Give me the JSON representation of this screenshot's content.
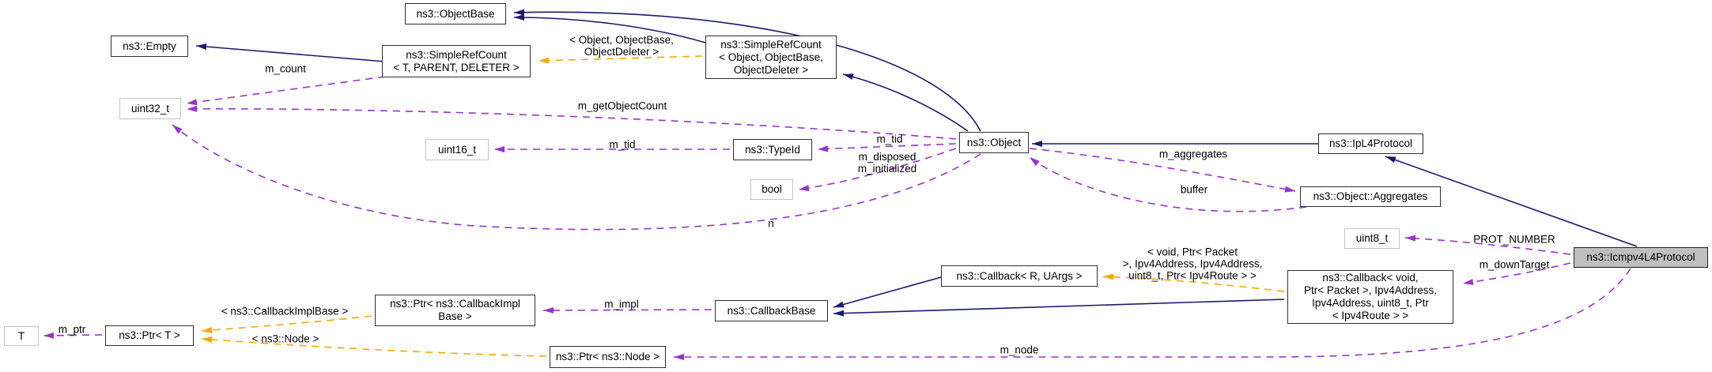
{
  "diagram": {
    "type": "doxygen-collaboration-graph",
    "main_class": "ns3::Icmpv4L4Protocol",
    "colors": {
      "inheritance_edge": "#191970",
      "usage_edge": "#9932cc",
      "template_edge": "#ffa500",
      "node_border": "#2f2f2f",
      "external_node_border": "#c4c4c4",
      "highlight_node_bg": "#bfbfbf",
      "node_bg": "#ffffff"
    },
    "nodes": {
      "object_base": {
        "label": "ns3::ObjectBase"
      },
      "empty": {
        "label": "ns3::Empty"
      },
      "simple_ref_count_t": {
        "label": "ns3::SimpleRefCount\n< T, PARENT, DELETER >"
      },
      "simple_ref_count_obj": {
        "label": "ns3::SimpleRefCount\n< Object, ObjectBase,\nObjectDeleter >"
      },
      "uint32_t": {
        "label": "uint32_t"
      },
      "uint16_t": {
        "label": "uint16_t"
      },
      "type_id": {
        "label": "ns3::TypeId"
      },
      "bool": {
        "label": "bool"
      },
      "object": {
        "label": "ns3::Object"
      },
      "ip_l4_protocol": {
        "label": "ns3::IpL4Protocol"
      },
      "aggregates": {
        "label": "ns3::Object::Aggregates"
      },
      "uint8_t": {
        "label": "uint8_t"
      },
      "icmpv4_l4_protocol": {
        "label": "ns3::Icmpv4L4Protocol"
      },
      "callback_r_uargs": {
        "label": "ns3::Callback< R, UArgs >"
      },
      "callback_void": {
        "label": "ns3::Callback< void,\nPtr< Packet >, Ipv4Address,\nIpv4Address, uint8_t, Ptr\n< Ipv4Route > >"
      },
      "callback_base": {
        "label": "ns3::CallbackBase"
      },
      "ptr_callback_impl": {
        "label": "ns3::Ptr< ns3::CallbackImpl\nBase >"
      },
      "t": {
        "label": "T"
      },
      "ptr_t": {
        "label": "ns3::Ptr< T >"
      },
      "ptr_node": {
        "label": "ns3::Ptr< ns3::Node >"
      }
    },
    "edge_labels": {
      "m_count": {
        "text": "m_count"
      },
      "tmpl_simple_ref": {
        "text": "< Object, ObjectBase,\nObjectDeleter >"
      },
      "m_get_object_count": {
        "text": "m_getObjectCount"
      },
      "m_tid_left": {
        "text": "m_tid"
      },
      "m_tid_right": {
        "text": "m_tid"
      },
      "m_disposed_init": {
        "text": "m_disposed\nm_initialized"
      },
      "m_aggregates": {
        "text": "m_aggregates"
      },
      "buffer": {
        "text": "buffer"
      },
      "n": {
        "text": "n"
      },
      "prot_number": {
        "text": "PROT_NUMBER"
      },
      "m_down_target": {
        "text": "m_downTarget"
      },
      "tmpl_callback": {
        "text": "< void, Ptr< Packet\n>, Ipv4Address, Ipv4Address,\nuint8_t, Ptr< Ipv4Route > >"
      },
      "m_impl": {
        "text": "m_impl"
      },
      "tmpl_callback_impl": {
        "text": "< ns3::CallbackImplBase >"
      },
      "m_ptr": {
        "text": "m_ptr"
      },
      "tmpl_node": {
        "text": "< ns3::Node >"
      },
      "m_node": {
        "text": "m_node"
      }
    },
    "relations": [
      {
        "from": "ns3::SimpleRefCount< T, PARENT, DELETER >",
        "to": "ns3::Empty",
        "type": "inheritance"
      },
      {
        "from": "ns3::SimpleRefCount< Object, ObjectBase, ObjectDeleter >",
        "to": "ns3::ObjectBase",
        "type": "inheritance"
      },
      {
        "from": "ns3::Object",
        "to": "ns3::ObjectBase",
        "type": "inheritance"
      },
      {
        "from": "ns3::Object",
        "to": "ns3::SimpleRefCount< Object, ObjectBase, ObjectDeleter >",
        "type": "inheritance"
      },
      {
        "from": "ns3::IpL4Protocol",
        "to": "ns3::Object",
        "type": "inheritance"
      },
      {
        "from": "ns3::Icmpv4L4Protocol",
        "to": "ns3::IpL4Protocol",
        "type": "inheritance"
      },
      {
        "from": "ns3::Callback< R, UArgs >",
        "to": "ns3::CallbackBase",
        "type": "inheritance"
      },
      {
        "from": "ns3::Callback< void, ... >",
        "to": "ns3::CallbackBase",
        "type": "inheritance"
      },
      {
        "from": "ns3::SimpleRefCount< T, PARENT, DELETER >",
        "to": "uint32_t",
        "type": "usage",
        "label": "m_count"
      },
      {
        "from": "ns3::Object",
        "to": "uint32_t",
        "type": "usage",
        "label": "m_getObjectCount"
      },
      {
        "from": "ns3::Object",
        "to": "ns3::TypeId",
        "type": "usage",
        "label": "m_tid"
      },
      {
        "from": "ns3::TypeId",
        "to": "uint16_t",
        "type": "usage",
        "label": "m_tid"
      },
      {
        "from": "ns3::Object",
        "to": "bool",
        "type": "usage",
        "label": "m_disposed m_initialized"
      },
      {
        "from": "ns3::Object",
        "to": "ns3::Object::Aggregates",
        "type": "usage",
        "label": "m_aggregates"
      },
      {
        "from": "ns3::Object::Aggregates",
        "to": "ns3::Object",
        "type": "usage",
        "label": "buffer"
      },
      {
        "from": "ns3::Object::Aggregates",
        "to": "uint32_t",
        "type": "usage",
        "label": "n"
      },
      {
        "from": "ns3::Icmpv4L4Protocol",
        "to": "uint8_t",
        "type": "usage",
        "label": "PROT_NUMBER"
      },
      {
        "from": "ns3::Icmpv4L4Protocol",
        "to": "ns3::Callback< void, ... >",
        "type": "usage",
        "label": "m_downTarget"
      },
      {
        "from": "ns3::CallbackBase",
        "to": "ns3::Ptr< ns3::CallbackImplBase >",
        "type": "usage",
        "label": "m_impl"
      },
      {
        "from": "ns3::Ptr< T >",
        "to": "T",
        "type": "usage",
        "label": "m_ptr"
      },
      {
        "from": "ns3::Icmpv4L4Protocol",
        "to": "ns3::Ptr< ns3::Node >",
        "type": "usage",
        "label": "m_node"
      },
      {
        "from": "ns3::SimpleRefCount< Object, ObjectBase, ObjectDeleter >",
        "to": "ns3::SimpleRefCount< T, PARENT, DELETER >",
        "type": "template",
        "label": "< Object, ObjectBase, ObjectDeleter >"
      },
      {
        "from": "ns3::Callback< void, ... >",
        "to": "ns3::Callback< R, UArgs >",
        "type": "template",
        "label": "< void, Ptr< Packet >, Ipv4Address, Ipv4Address, uint8_t, Ptr< Ipv4Route > >"
      },
      {
        "from": "ns3::Ptr< ns3::CallbackImplBase >",
        "to": "ns3::Ptr< T >",
        "type": "template",
        "label": "< ns3::CallbackImplBase >"
      },
      {
        "from": "ns3::Ptr< ns3::Node >",
        "to": "ns3::Ptr< T >",
        "type": "template",
        "label": "< ns3::Node >"
      }
    ]
  }
}
